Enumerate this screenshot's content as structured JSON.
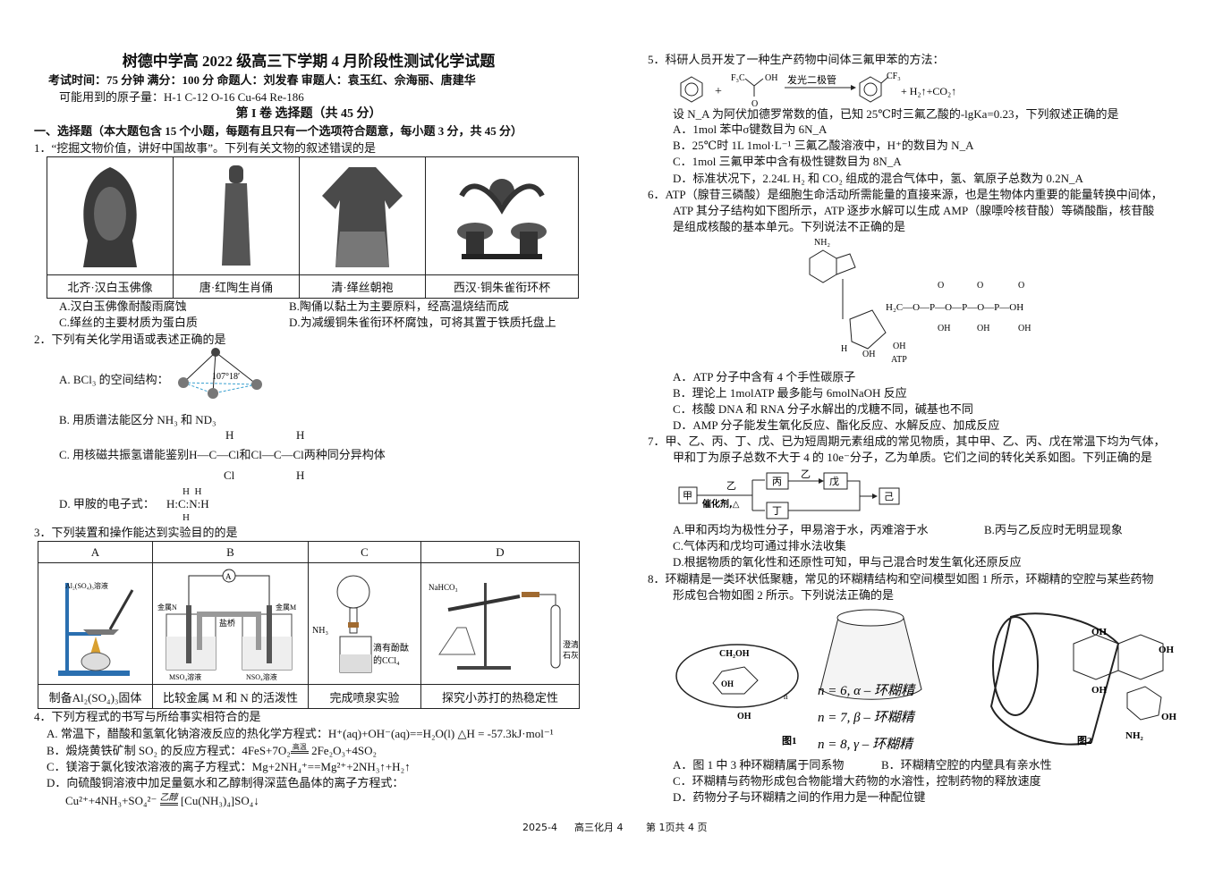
{
  "header": {
    "title": "树德中学高 2022 级高三下学期 4 月阶段性测试化学试题",
    "info": "考试时间：75 分钟      满分：100 分       命题人：刘发春   审题人：袁玉红、佘海丽、唐建华",
    "atomic_masses": "可能用到的原子量：H-1     C-12     O-16     Cu-64     Re-186",
    "section": "第 I 卷  选择题（共 45 分）",
    "part": "一、选择题（本大题包含 15 个小题，每题有且只有一个选项符合题意，每小题 3 分，共 45 分）"
  },
  "q1": {
    "stem": "1．“挖掘文物价值，讲好中国故事”。下列有关文物的叙述错误的是",
    "captions": [
      "北齐·汉白玉佛像",
      "唐·红陶生肖俑",
      "清·缂丝朝袍",
      "西汉·铜朱雀衔环杯"
    ],
    "options": [
      "A.汉白玉佛像耐酸雨腐蚀",
      "B.陶俑以黏土为主要原料，经高温烧结而成",
      "C.缂丝的主要材质为蛋白质",
      "D.为减缓铜朱雀衔环杯腐蚀，可将其置于铁质托盘上"
    ]
  },
  "q2": {
    "stem": "2．下列有关化学用语或表述正确的是",
    "a": "A. BCl₃ 的空间结构：",
    "a_angle": "107°18′",
    "b": "B. 用质谱法能区分 NH₃ 和 ND₃",
    "c_pre": "C. 用核磁共振氢谱能鉴别",
    "c_mol1": "H—C—Cl",
    "c_and": "和",
    "c_mol2": "Cl—C—Cl",
    "c_post": "两种同分异构体",
    "h": "H",
    "cl": "Cl",
    "d": "D. 甲胺的电子式：",
    "d_formula": "H:C:N:H"
  },
  "q3": {
    "stem": "3．下列装置和操作能达到实验目的的是",
    "headers": [
      "A",
      "B",
      "C",
      "D"
    ],
    "labels": {
      "a": "Al₂(SO₄)₃溶液",
      "b_metal_n": "金属N",
      "b_metal_m": "金属M",
      "b_bridge": "盐桥",
      "b_ammeter": "A",
      "b_sol1": "MSO₄溶液",
      "b_sol2": "NSO₄溶液",
      "c_gas": "NH₃",
      "c_liquid1": "滴有酚酞",
      "c_liquid2": "的CCl₄",
      "d_salt": "NaHCO₃",
      "d_lime1": "澄清",
      "d_lime2": "石灰水"
    },
    "captions": [
      "制备Al₂(SO₄)₃固体",
      "比较金属 M 和 N 的活泼性",
      "完成喷泉实验",
      "探究小苏打的热稳定性"
    ]
  },
  "q4": {
    "stem": "4．下列方程式的书写与所给事实相符合的是",
    "options": [
      "A. 常温下，醋酸和氢氧化钠溶液反应的热化学方程式：H⁺(aq)+OH⁻(aq)==H₂O(l)    △H = -57.3kJ·mol⁻¹",
      "B．煅烧黄铁矿制 SO₂ 的反应方程式：4FeS+7O₂",
      "C．镁溶于氯化铵浓溶液的离子方程式：Mg+2NH₄⁺==Mg²⁺+2NH₃↑+H₂↑",
      "D．向硫酸铜溶液中加足量氨水和乙醇制得深蓝色晶体的离子方程式："
    ],
    "b_condition": "高温",
    "b_products": "2Fe₂O₃+4SO₂",
    "d_left": "Cu²⁺+4NH₃+SO₄²⁻",
    "d_condition": "乙醇",
    "d_right": "[Cu(NH₃)₄]SO₄↓"
  },
  "q5": {
    "stem": "5．科研人员开发了一种生产药物中间体三氟甲苯的方法：",
    "reagent": "F₃C",
    "oh": "OH",
    "o": "O",
    "condition": "发光二极管",
    "product_group": "CF₃",
    "byproducts": "+ H₂↑+CO₂↑",
    "plus": "+",
    "premise": "设 N_A 为阿伏加德罗常数的值，已知 25℃时三氟乙酸的-lgKa=0.23，下列叙述正确的是",
    "options": [
      "A．1mol 苯中σ键数目为 6N_A",
      "B．25℃时 1L 1mol·L⁻¹ 三氟乙酸溶液中，H⁺的数目为 N_A",
      "C．1mol 三氟甲苯中含有极性键数目为 8N_A",
      "D．标准状况下，2.24L H₂ 和 CO₂ 组成的混合气体中，氢、氧原子总数为 0.2N_A"
    ]
  },
  "q6": {
    "stem": [
      "6．ATP（腺苷三磷酸）是细胞生命活动所需能量的直接来源，也是生物体内重要的能量转换中间体，",
      "ATP 其分子结构如下图所示，ATP 逐步水解可以生成 AMP（腺嘌呤核苷酸）等磷酸酯，核苷酸",
      "是组成核酸的基本单元。下列说法不正确的是"
    ],
    "struct": {
      "nh2": "NH₂",
      "chain": "H₂C—O—P—O—P—O—P—OH",
      "oh": "OH",
      "o": "O",
      "h": "H",
      "label": "ATP"
    },
    "options": [
      "A．ATP 分子中含有 4 个手性碳原子",
      "B．理论上 1molATP 最多能与 6molNaOH 反应",
      "C．核酸 DNA 和 RNA 分子水解出的戊糖不同，碱基也不同",
      "D．AMP 分子能发生氧化反应、酯化反应、水解反应、加成反应"
    ]
  },
  "q7": {
    "stem": [
      "7．甲、乙、丙、丁、戊、已为短周期元素组成的常见物质，其中甲、乙、丙、戊在常温下均为气体，",
      "甲和丁为原子总数不大于 4 的 10e⁻分子，乙为单质。它们之间的转化关系如图。下列正确的是"
    ],
    "diagram": {
      "jia": "甲",
      "yi": "乙",
      "cond": "催化剂,△",
      "bing": "丙",
      "ding": "丁",
      "wu": "戊",
      "ji": "己"
    },
    "options": [
      "A.甲和丙均为极性分子，甲易溶于水，丙难溶于水",
      "B.丙与乙反应时无明显现象",
      "C.气体丙和戊均可通过排水法收集",
      "D.根据物质的氧化性和还原性可知，甲与己混合时发生氧化还原反应"
    ]
  },
  "q8": {
    "stem": [
      "8．环糊精是一类环状低聚糖，常见的环糊精结构和空间模型如图 1 所示，环糊精的空腔与某些药物",
      "形成包合物如图 2 所示。下列说法正确的是"
    ],
    "fig1": {
      "ch2oh": "CH₂OH",
      "oh": "OH",
      "n": "n",
      "series": [
        "n = 6, α – 环糊精",
        "n = 7, β – 环糊精",
        "n = 8, γ – 环糊精"
      ],
      "label": "图1"
    },
    "fig2": {
      "oh": "OH",
      "nh2": "NH₂",
      "label": "图2"
    },
    "options": [
      "A．图 1 中 3 种环糊精属于同系物",
      "B．环糊精空腔的内壁具有亲水性",
      "C．环糊精与药物形成包合物能增大药物的水溶性，控制药物的释放速度",
      "D．药物分子与环糊精之间的作用力是一种配位键"
    ]
  },
  "footer": {
    "date": "2025-4",
    "code": "高三化月 4",
    "page": "第 1页共 4 页"
  }
}
